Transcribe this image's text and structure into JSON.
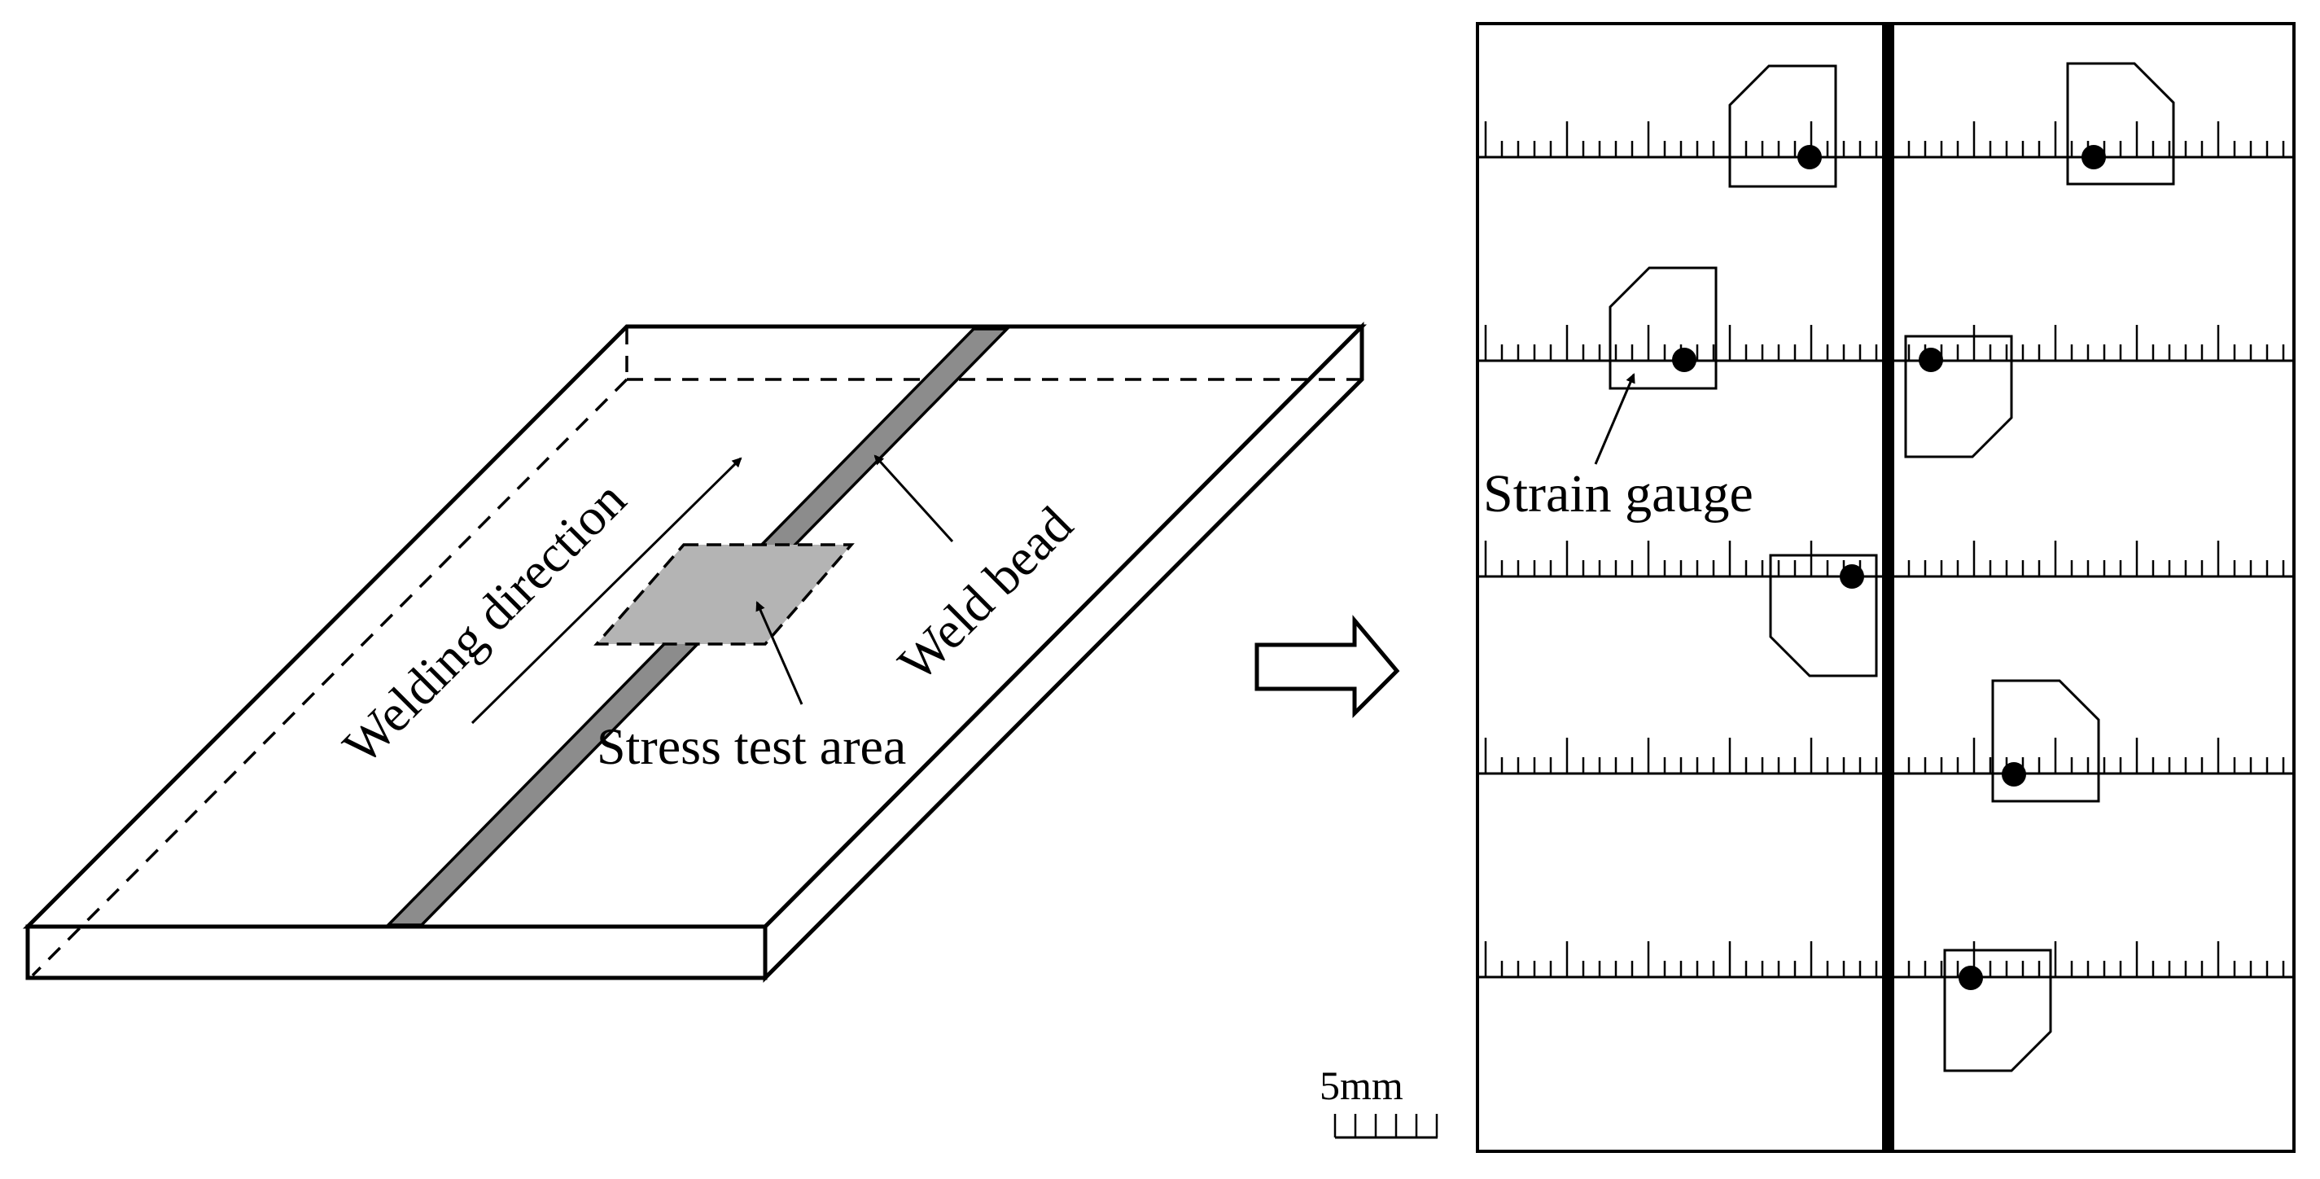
{
  "plate": {
    "welding_direction_label": "Welding direction",
    "weld_bead_label": "Weld bead",
    "stress_test_area_label": "Stress test area"
  },
  "layout_panel": {
    "strain_gauge_label": "Strain gauge",
    "scale_label": "5mm"
  },
  "colors": {
    "line": "#000000",
    "weld_bead_fill": "#8c8c8c",
    "test_area_fill": "#b4b4b4",
    "background": "#ffffff"
  }
}
